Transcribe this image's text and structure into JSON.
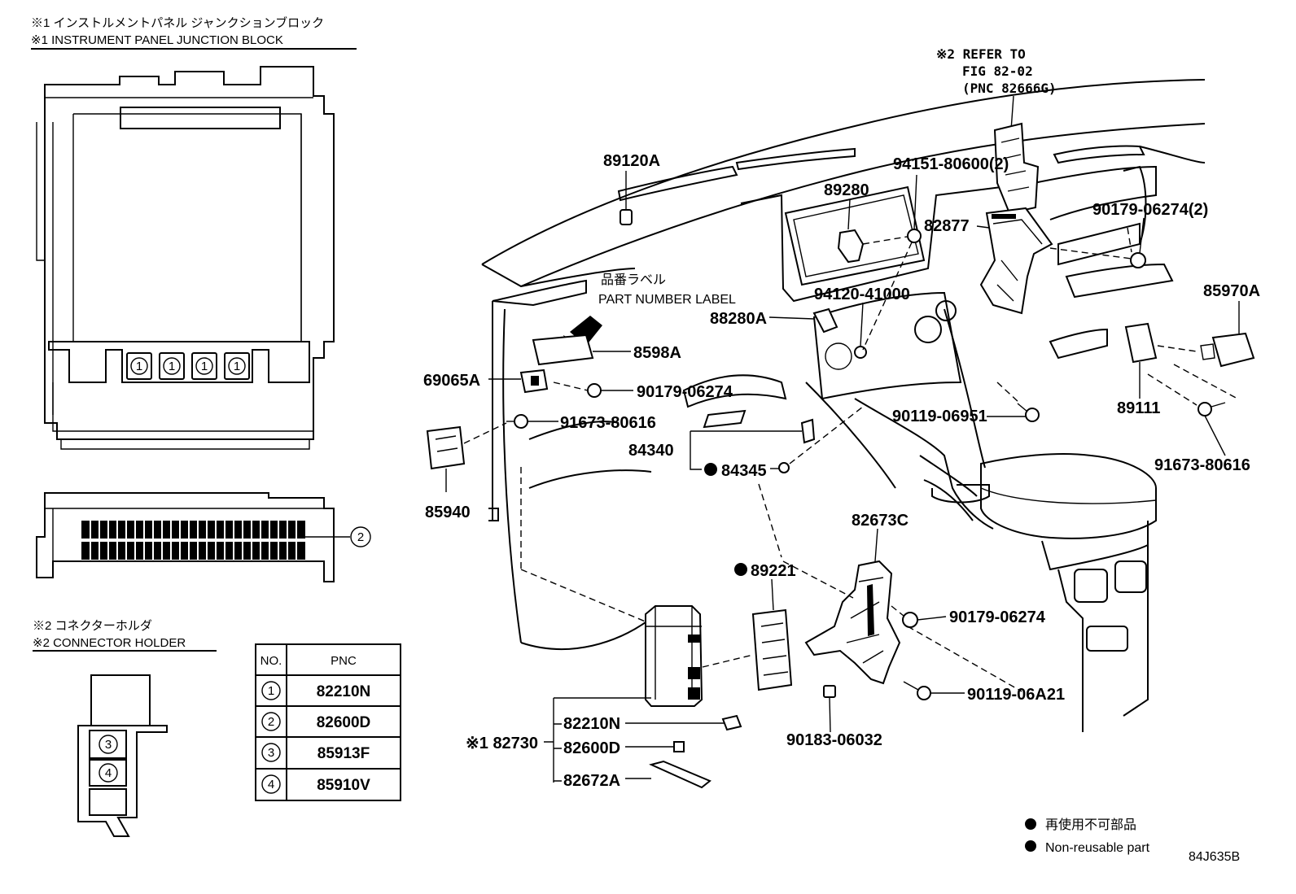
{
  "header_jb": {
    "line_jp": "※1 インストルメントパネル ジャンクションブロック",
    "line_en": "※1 INSTRUMENT PANEL JUNCTION BLOCK"
  },
  "header_ch": {
    "line_jp": "※2 コネクターホルダ",
    "line_en": "※2 CONNECTOR HOLDER"
  },
  "refer": {
    "line1": "※2 REFER TO",
    "line2": "FIG 82-02",
    "line3": "(PNC 82666G)"
  },
  "part_number_label": {
    "jp": "品番ラベル",
    "en": "PART NUMBER LABEL"
  },
  "markers": {
    "m1": "1",
    "m2": "2",
    "m3": "3",
    "m4": "4"
  },
  "labels": {
    "p89120A": "89120A",
    "p89280": "89280",
    "p94151": "94151-80600(2)",
    "p82877": "82877",
    "p90179_2": "90179-06274(2)",
    "p85970A": "85970A",
    "p94120": "94120-41000",
    "p88280A": "88280A",
    "p8598A": "8598A",
    "p69065A": "69065A",
    "p90179a": "90179-06274",
    "p91673a": "91673-80616",
    "p85940": "85940",
    "p84340": "84340",
    "p84345": "84345",
    "p90119a": "90119-06951",
    "p89111": "89111",
    "p91673b": "91673-80616",
    "p82673C": "82673C",
    "p89221": "89221",
    "p90179b": "90179-06274",
    "p90119b": "90119-06A21",
    "p90183": "90183-06032",
    "p82730": "※1 82730",
    "p82210N": "82210N",
    "p82600D": "82600D",
    "p82672A": "82672A"
  },
  "table": {
    "headers": [
      "NO.",
      "PNC"
    ],
    "rows": [
      {
        "no": "1",
        "pnc": "82210N"
      },
      {
        "no": "2",
        "pnc": "82600D"
      },
      {
        "no": "3",
        "pnc": "85913F"
      },
      {
        "no": "4",
        "pnc": "85910V"
      }
    ]
  },
  "legend": {
    "jp": "再使用不可部品",
    "en": "Non-reusable part"
  },
  "figure_id": "84J635B"
}
